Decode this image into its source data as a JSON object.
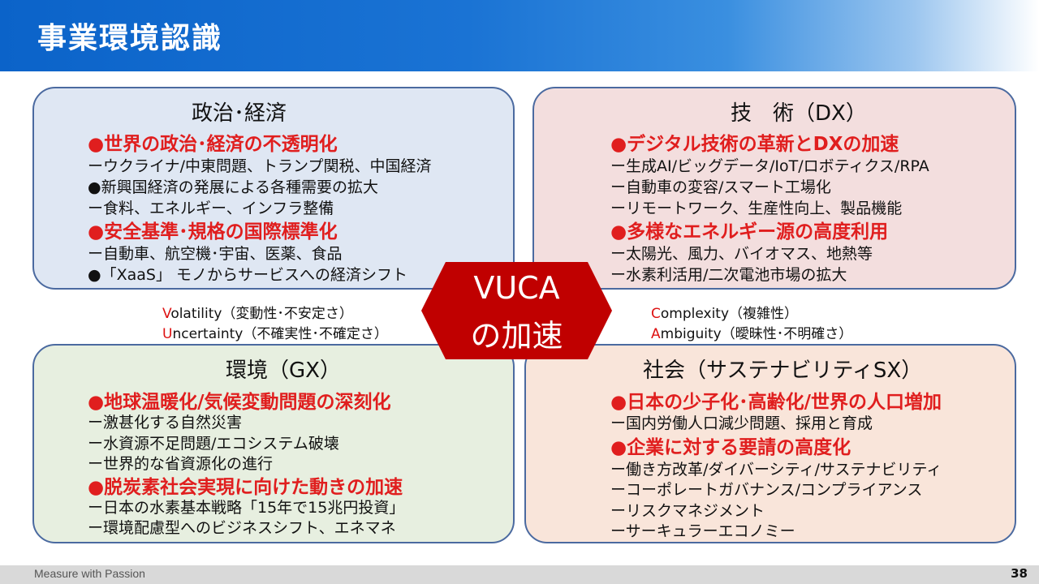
{
  "header": {
    "title": "事業環境認識"
  },
  "quadrants": {
    "politics": {
      "title": "政治･経済",
      "lines": [
        {
          "text": "●世界の政治･経済の不透明化",
          "highlight": true
        },
        {
          "text": "ーウクライナ/中東問題、トランプ関税、中国経済",
          "highlight": false
        },
        {
          "text": "●新興国経済の発展による各種需要の拡大",
          "highlight": false
        },
        {
          "text": "ー食料、エネルギー、インフラ整備",
          "highlight": false
        },
        {
          "text": "●安全基準･規格の国際標準化",
          "highlight": true
        },
        {
          "text": "ー自動車、航空機･宇宙、医薬、食品",
          "highlight": false
        },
        {
          "text": "●「XaaS」 モノからサービスへの経済シフト",
          "highlight": false
        }
      ]
    },
    "technology": {
      "title": "技　術（DX）",
      "lines": [
        {
          "text": "●デジタル技術の革新とDXの加速",
          "highlight": true
        },
        {
          "text": "ー生成AI/ビッグデータ/IoT/ロボティクス/RPA",
          "highlight": false
        },
        {
          "text": "ー自動車の変容/スマート工場化",
          "highlight": false
        },
        {
          "text": "ーリモートワーク、生産性向上、製品機能",
          "highlight": false
        },
        {
          "text": "●多様なエネルギー源の高度利用",
          "highlight": true
        },
        {
          "text": "ー太陽光、風力、バイオマス、地熱等",
          "highlight": false
        },
        {
          "text": "ー水素利活用/二次電池市場の拡大",
          "highlight": false
        }
      ]
    },
    "environment": {
      "title": "環境（GX）",
      "lines": [
        {
          "text": "●地球温暖化/気候変動問題の深刻化",
          "highlight": true
        },
        {
          "text": "ー激甚化する自然災害",
          "highlight": false
        },
        {
          "text": "ー水資源不足問題/エコシステム破壊",
          "highlight": false
        },
        {
          "text": "ー世界的な省資源化の進行",
          "highlight": false
        },
        {
          "text": "●脱炭素社会実現に向けた動きの加速",
          "highlight": true
        },
        {
          "text": "ー日本の水素基本戦略「15年で15兆円投資」",
          "highlight": false
        },
        {
          "text": "ー環境配慮型へのビジネスシフト、エネマネ",
          "highlight": false
        }
      ]
    },
    "society": {
      "title": "社会（サステナビリティSX）",
      "lines": [
        {
          "text": "●日本の少子化･高齢化/世界の人口増加",
          "highlight": true
        },
        {
          "text": "ー国内労働人口減少問題、採用と育成",
          "highlight": false
        },
        {
          "text": "●企業に対する要請の高度化",
          "highlight": true
        },
        {
          "text": "ー働き方改革/ダイバーシティ/サステナビリティ",
          "highlight": false
        },
        {
          "text": "ーコーポレートガバナンス/コンプライアンス",
          "highlight": false
        },
        {
          "text": "ーリスクマネジメント",
          "highlight": false
        },
        {
          "text": "ーサーキュラーエコノミー",
          "highlight": false
        }
      ]
    }
  },
  "center": {
    "line1": "VUCA",
    "line2": "の加速",
    "fill_color": "#c00000"
  },
  "vuca_terms": {
    "volatility": {
      "initial": "V",
      "rest": "olatility（変動性･不安定さ）"
    },
    "uncertainty": {
      "initial": "U",
      "rest": "ncertainty（不確実性･不確定さ）"
    },
    "complexity": {
      "initial": "C",
      "rest": "omplexity（複雑性）"
    },
    "ambiguity": {
      "initial": "A",
      "rest": "mbiguity（曖昧性･不明確さ）"
    }
  },
  "footer": {
    "tagline": "Measure with Passion",
    "page_number": "38"
  },
  "colors": {
    "header_blue": "#0b63c9",
    "highlight_red": "#e01e1e"
  }
}
